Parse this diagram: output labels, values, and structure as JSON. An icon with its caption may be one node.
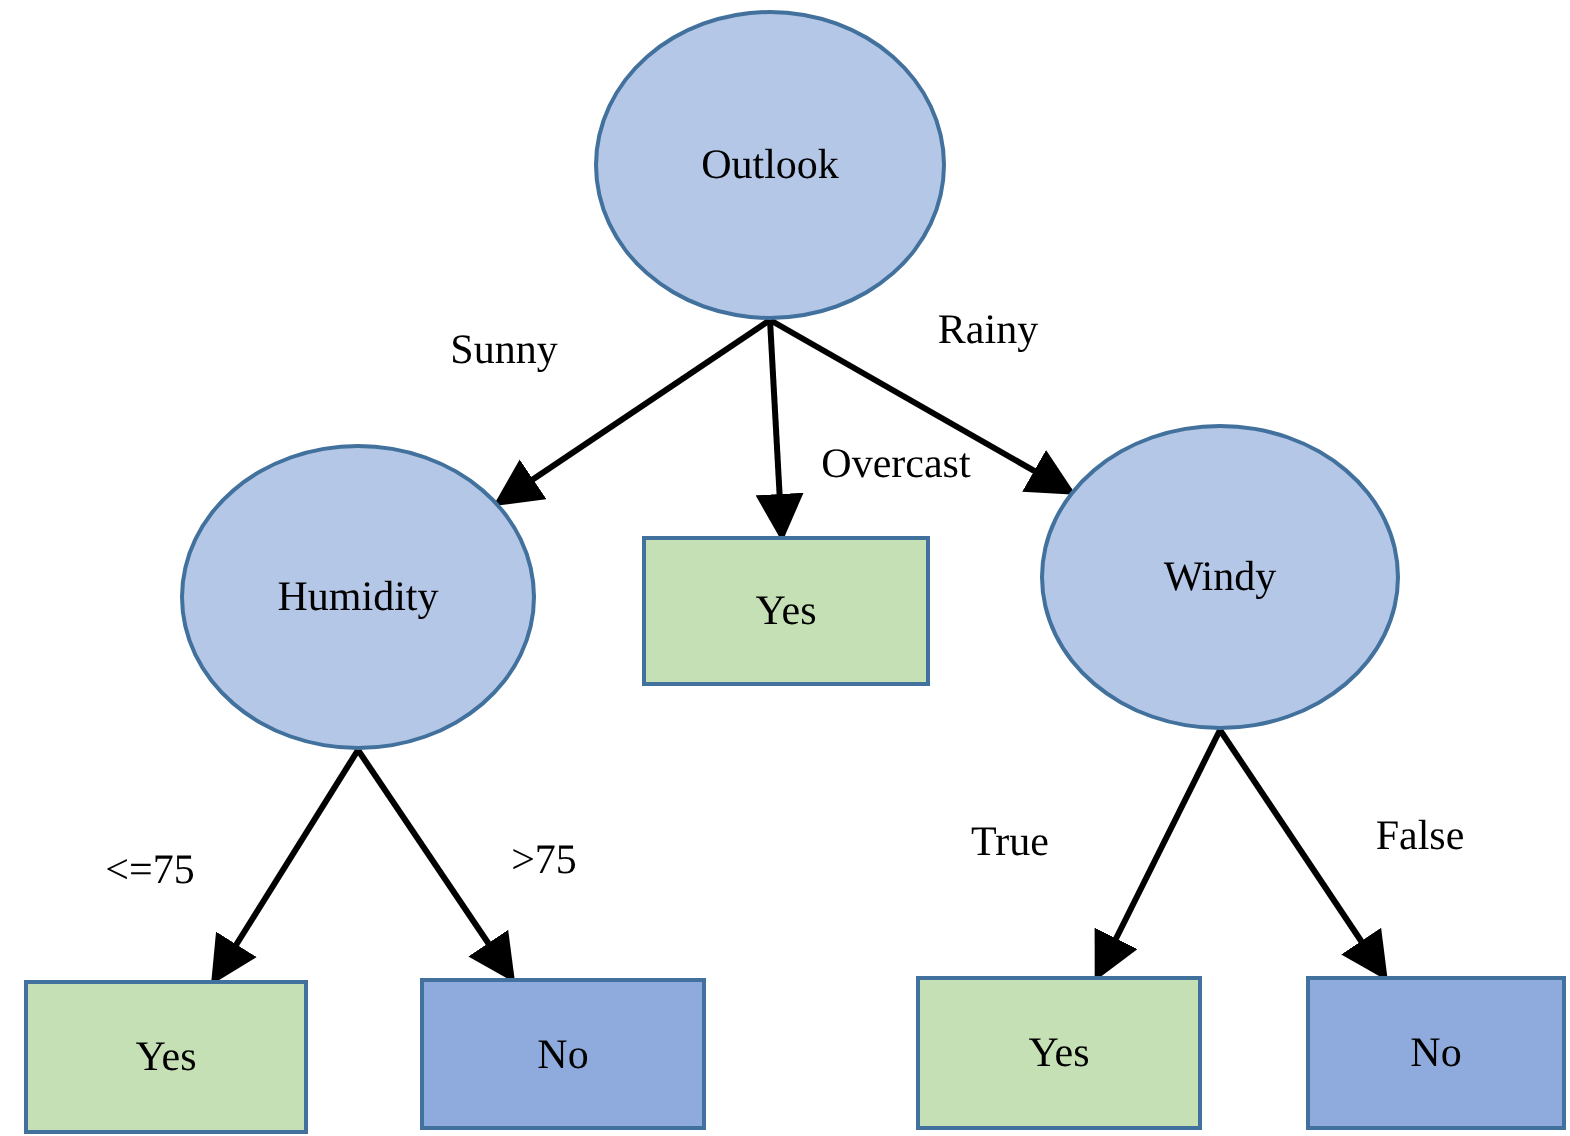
{
  "diagram": {
    "nodes": [
      {
        "text": [
          "Outlook"
        ]
      },
      {
        "text": [
          "Humidity"
        ]
      },
      {
        "text": [
          "Yes"
        ]
      },
      {
        "text": [
          "Windy"
        ]
      },
      {
        "text": [
          "Yes"
        ]
      },
      {
        "text": [
          "No"
        ]
      },
      {
        "text": [
          "Yes"
        ]
      },
      {
        "text": [
          "No"
        ]
      }
    ],
    "edges": [
      {
        "from": 0,
        "to": 1,
        "arrow": "to",
        "label": "Sunny"
      },
      {
        "from": 0,
        "to": 2,
        "arrow": "to",
        "label": "Overcast"
      },
      {
        "from": 0,
        "to": 3,
        "arrow": "to",
        "label": "Rainy"
      },
      {
        "from": 1,
        "to": 4,
        "arrow": "to",
        "label": "<=75"
      },
      {
        "from": 1,
        "to": 5,
        "arrow": "to",
        "label": ">75"
      },
      {
        "from": 3,
        "to": 6,
        "arrow": "to",
        "label": "True"
      },
      {
        "from": 3,
        "to": 7,
        "arrow": "to",
        "label": "False"
      }
    ]
  }
}
